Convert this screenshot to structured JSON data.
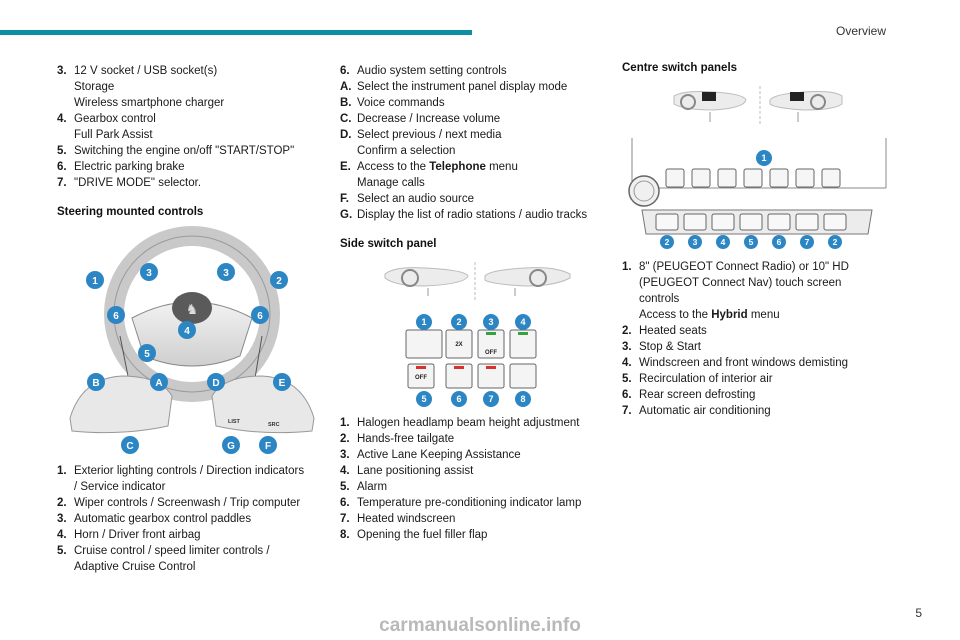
{
  "header": {
    "section": "Overview",
    "page_number": "5"
  },
  "col1": {
    "items_top": [
      {
        "num": "3.",
        "lines": [
          "12 V socket / USB socket(s)",
          "Storage",
          "Wireless smartphone charger"
        ]
      },
      {
        "num": "4.",
        "lines": [
          "Gearbox control",
          "Full Park Assist"
        ]
      },
      {
        "num": "5.",
        "lines": [
          "Switching the engine on/off \"START/STOP\""
        ]
      },
      {
        "num": "6.",
        "lines": [
          "Electric parking brake"
        ]
      },
      {
        "num": "7.",
        "lines": [
          "\"DRIVE MODE\" selector."
        ]
      }
    ],
    "heading": "Steering mounted controls",
    "items_bottom": [
      {
        "num": "1.",
        "lines": [
          "Exterior lighting controls / Direction indicators",
          "/ Service indicator"
        ]
      },
      {
        "num": "2.",
        "lines": [
          "Wiper controls / Screenwash / Trip computer"
        ]
      },
      {
        "num": "3.",
        "lines": [
          "Automatic gearbox control paddles"
        ]
      },
      {
        "num": "4.",
        "lines": [
          "Horn / Driver front airbag"
        ]
      },
      {
        "num": "5.",
        "lines": [
          "Cruise control / speed limiter controls /",
          "Adaptive Cruise Control"
        ]
      }
    ]
  },
  "col2": {
    "items_top": [
      {
        "num": "6.",
        "lines": [
          "Audio system setting controls"
        ]
      },
      {
        "num": "A.",
        "lines": [
          "Select the instrument panel display mode"
        ]
      },
      {
        "num": "B.",
        "lines": [
          "Voice commands"
        ]
      },
      {
        "num": "C.",
        "lines": [
          "Decrease / Increase volume"
        ]
      },
      {
        "num": "D.",
        "lines": [
          "Select previous / next media",
          "Confirm a selection"
        ]
      }
    ],
    "itemE": {
      "num": "E.",
      "pre": "Access to the ",
      "bold": "Telephone",
      "post": " menu",
      "line2": "Manage calls"
    },
    "items_top2": [
      {
        "num": "F.",
        "lines": [
          "Select an audio source"
        ]
      },
      {
        "num": "G.",
        "lines": [
          "Display the list of radio stations / audio tracks"
        ]
      }
    ],
    "heading": "Side switch panel",
    "items_bottom": [
      {
        "num": "1.",
        "lines": [
          "Halogen headlamp beam height adjustment"
        ]
      },
      {
        "num": "2.",
        "lines": [
          "Hands-free tailgate"
        ]
      },
      {
        "num": "3.",
        "lines": [
          "Active Lane Keeping Assistance"
        ]
      },
      {
        "num": "4.",
        "lines": [
          "Lane positioning assist"
        ]
      },
      {
        "num": "5.",
        "lines": [
          "Alarm"
        ]
      },
      {
        "num": "6.",
        "lines": [
          "Temperature pre-conditioning indicator lamp"
        ]
      },
      {
        "num": "7.",
        "lines": [
          "Heated windscreen"
        ]
      },
      {
        "num": "8.",
        "lines": [
          "Opening the fuel filler flap"
        ]
      }
    ]
  },
  "col3": {
    "heading": "Centre switch panels",
    "item1": {
      "num": "1.",
      "lines": [
        "8\" (PEUGEOT Connect Radio) or 10\" HD",
        "(PEUGEOT Connect Nav) touch screen",
        "controls"
      ],
      "pre": "Access to the ",
      "bold": "Hybrid",
      "post": " menu"
    },
    "items": [
      {
        "num": "2.",
        "lines": [
          "Heated seats"
        ]
      },
      {
        "num": "3.",
        "lines": [
          "Stop & Start"
        ]
      },
      {
        "num": "4.",
        "lines": [
          "Windscreen and front windows demisting"
        ]
      },
      {
        "num": "5.",
        "lines": [
          "Recirculation of interior air"
        ]
      },
      {
        "num": "6.",
        "lines": [
          "Rear screen defrosting"
        ]
      },
      {
        "num": "7.",
        "lines": [
          "Automatic air conditioning"
        ]
      }
    ]
  },
  "diagrams": {
    "wheel_callouts": [
      "1",
      "3",
      "3",
      "2",
      "6",
      "6",
      "4",
      "5",
      "B",
      "A",
      "D",
      "E",
      "C",
      "G",
      "F"
    ],
    "wheel_button_labels": [
      "LIST",
      "SRC"
    ],
    "side_callouts_top": [
      "1",
      "2",
      "3",
      "4"
    ],
    "side_callouts_bottom": [
      "5",
      "6",
      "7",
      "8"
    ],
    "side_button_labels": [
      "2X",
      "OFF",
      "OFF"
    ],
    "centre_callout_top": "1",
    "centre_callouts_bottom": [
      "2",
      "3",
      "4",
      "5",
      "6",
      "7",
      "2"
    ],
    "accent": "#0e8ea3",
    "callout_color": "#2d86c4"
  },
  "watermark": "carmanualsonline.info"
}
